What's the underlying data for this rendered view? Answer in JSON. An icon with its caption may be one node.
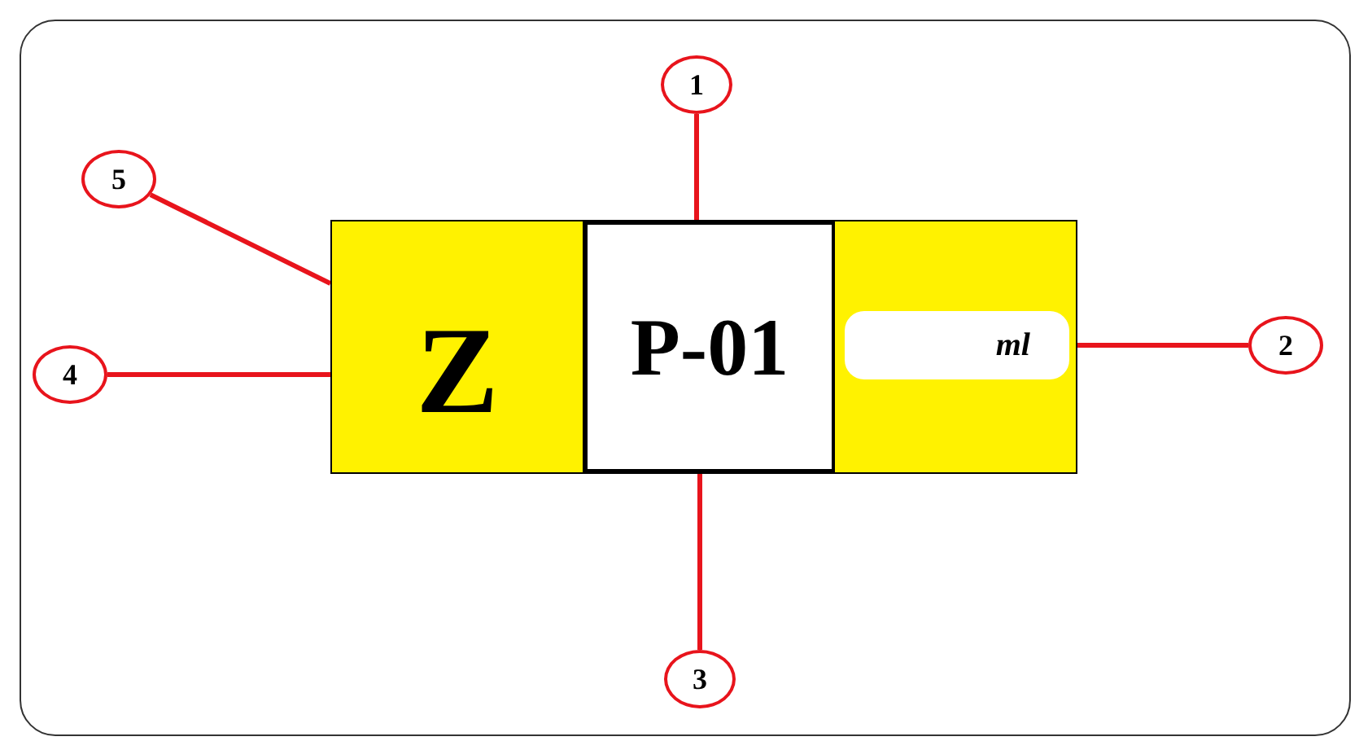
{
  "diagram": {
    "nodes": [
      {
        "text": [
          "1"
        ]
      },
      {
        "text": [
          "5"
        ]
      },
      {
        "text": [
          "4"
        ]
      },
      {
        "text": [
          "2"
        ]
      },
      {
        "text": [
          "3"
        ]
      },
      {
        "text": [],
        "shape": "box"
      },
      {
        "text": [
          "Z"
        ],
        "in": 5
      },
      {
        "text": [
          "P-01"
        ]
      },
      {
        "text": [],
        "shape": "box"
      },
      {
        "text": [
          "ml"
        ],
        "in": 8
      }
    ],
    "edges": [
      {
        "from": 0,
        "to": 7,
        "arrow": "none"
      },
      {
        "from": 3,
        "to": 9,
        "arrow": "none"
      },
      {
        "from": 4,
        "to": 7,
        "arrow": "none"
      },
      {
        "from": 2,
        "to": 6,
        "arrow": "none"
      },
      {
        "from": 1,
        "to": 5,
        "arrow": "none"
      }
    ]
  }
}
